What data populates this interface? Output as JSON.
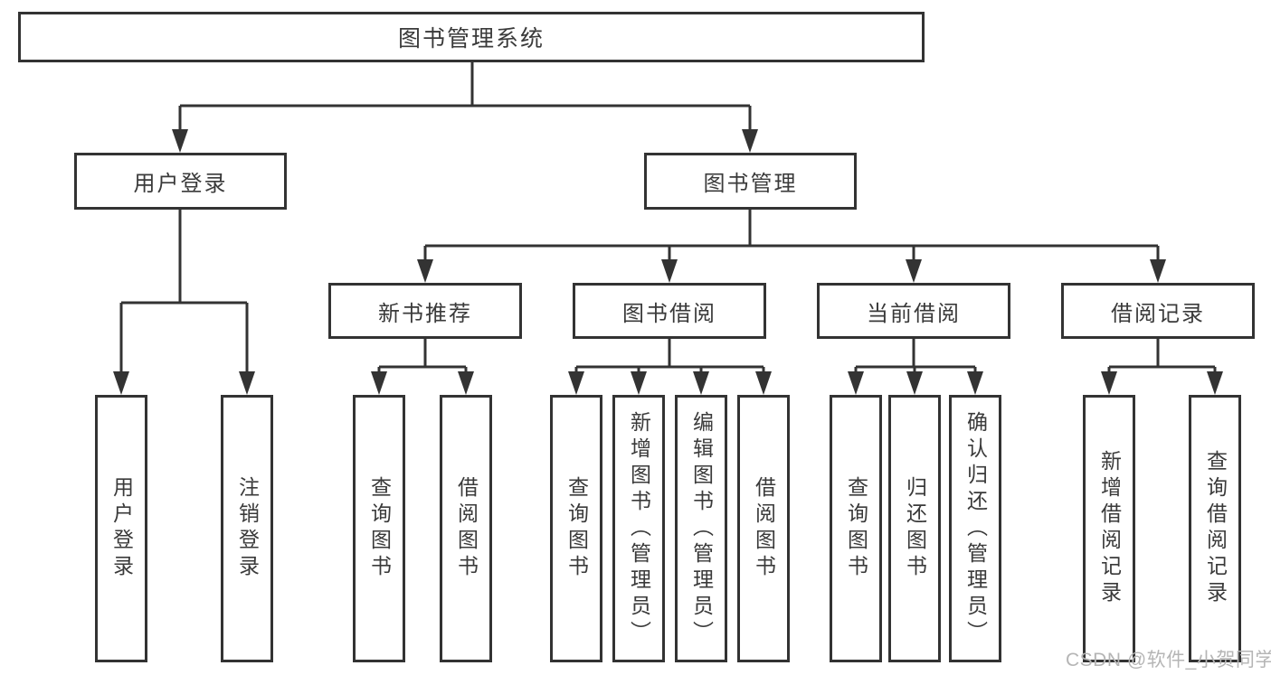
{
  "colors": {
    "line": "#333333",
    "text": "#3a3a3a",
    "bg": "#ffffff",
    "watermark": "#b5b5b5"
  },
  "watermark": {
    "text": "CSDN @软件_小贺同学"
  },
  "tree": {
    "root": {
      "label": "图书管理系统",
      "children": [
        {
          "label": "用户登录",
          "children": [
            {
              "label": "用户登录"
            },
            {
              "label": "注销登录"
            }
          ]
        },
        {
          "label": "图书管理",
          "children": [
            {
              "label": "新书推荐",
              "children": [
                {
                  "label": "查询图书"
                },
                {
                  "label": "借阅图书"
                }
              ]
            },
            {
              "label": "图书借阅",
              "children": [
                {
                  "label": "查询图书"
                },
                {
                  "label": "新增图书（管理员）"
                },
                {
                  "label": "编辑图书（管理员）"
                },
                {
                  "label": "借阅图书"
                }
              ]
            },
            {
              "label": "当前借阅",
              "children": [
                {
                  "label": "查询图书"
                },
                {
                  "label": "归还图书"
                },
                {
                  "label": "确认归还（管理员）"
                }
              ]
            },
            {
              "label": "借阅记录",
              "children": [
                {
                  "label": "新增借阅记录"
                },
                {
                  "label": "查询借阅记录"
                }
              ]
            }
          ]
        }
      ]
    }
  }
}
